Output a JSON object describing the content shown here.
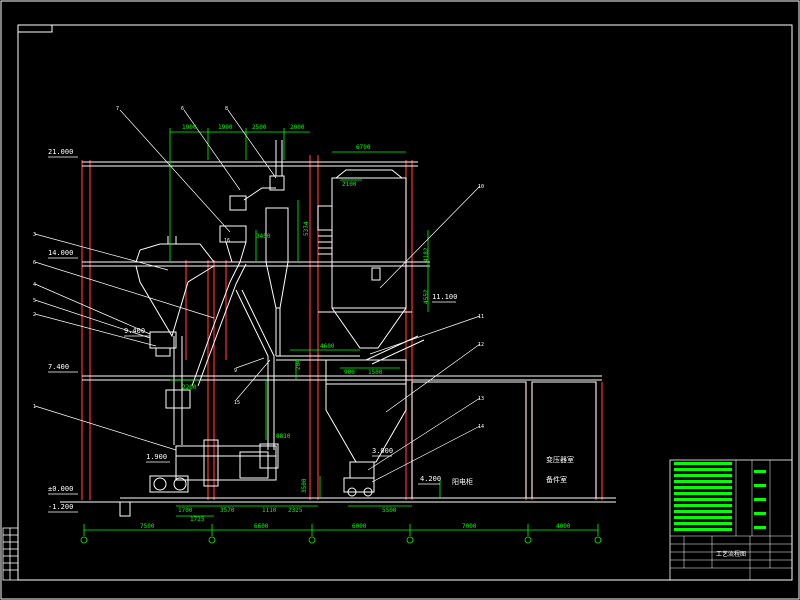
{
  "elevations": [
    "21.000",
    "14.000",
    "9.400",
    "7.400",
    "1.900",
    "±0.000",
    "-1.200",
    "3.000",
    "4.200",
    "11.100"
  ],
  "dimensions": {
    "top": [
      "1900",
      "1900",
      "2500",
      "2000",
      "6700",
      "2100"
    ],
    "vertical": [
      "5374",
      "3450",
      "4182",
      "4552",
      "8810",
      "2200",
      "204",
      "3500"
    ],
    "middle": [
      "4600",
      "900",
      "1500"
    ],
    "ground": [
      "1700",
      "1725",
      "3570",
      "1110",
      "2325",
      "5500"
    ]
  },
  "bottom_dims": [
    "7500",
    "6600",
    "6000",
    "7000",
    "4000"
  ],
  "leaders": [
    "7",
    "6",
    "8",
    "9",
    "10",
    "11",
    "12",
    "13",
    "14",
    "1",
    "2",
    "3",
    "4",
    "5",
    "6",
    "15",
    "16"
  ],
  "room_labels": {
    "a": "阳电柜",
    "b": "变压器室",
    "c": "备件室"
  },
  "title_block": {
    "drawing_name": "工艺流程图"
  }
}
